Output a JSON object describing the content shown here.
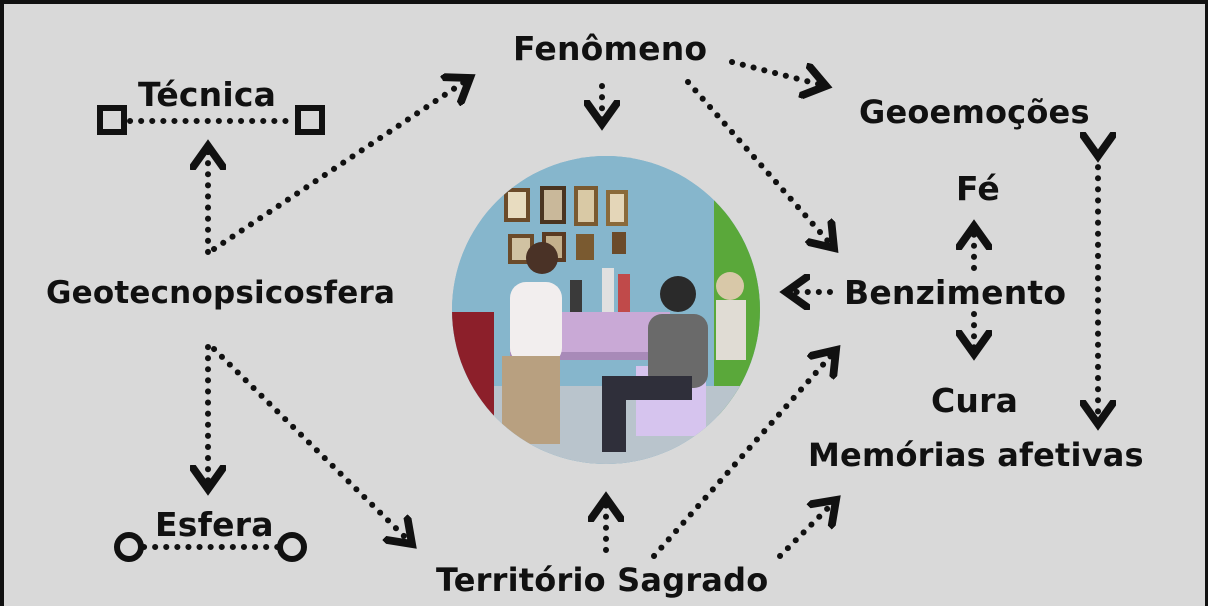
{
  "nodes": {
    "fenomeno": "Fenômeno",
    "tecnica": "Técnica",
    "geoemocoes": "Geoemoções",
    "fe": "Fé",
    "geotecnopsicosfera": "Geotecnopsicosfera",
    "benzimento": "Benzimento",
    "cura": "Cura",
    "memorias": "Memórias afetivas",
    "esfera": "Esfera",
    "territorio": "Território Sagrado"
  },
  "photo": {
    "subject": "benzimento-scene-photo"
  }
}
